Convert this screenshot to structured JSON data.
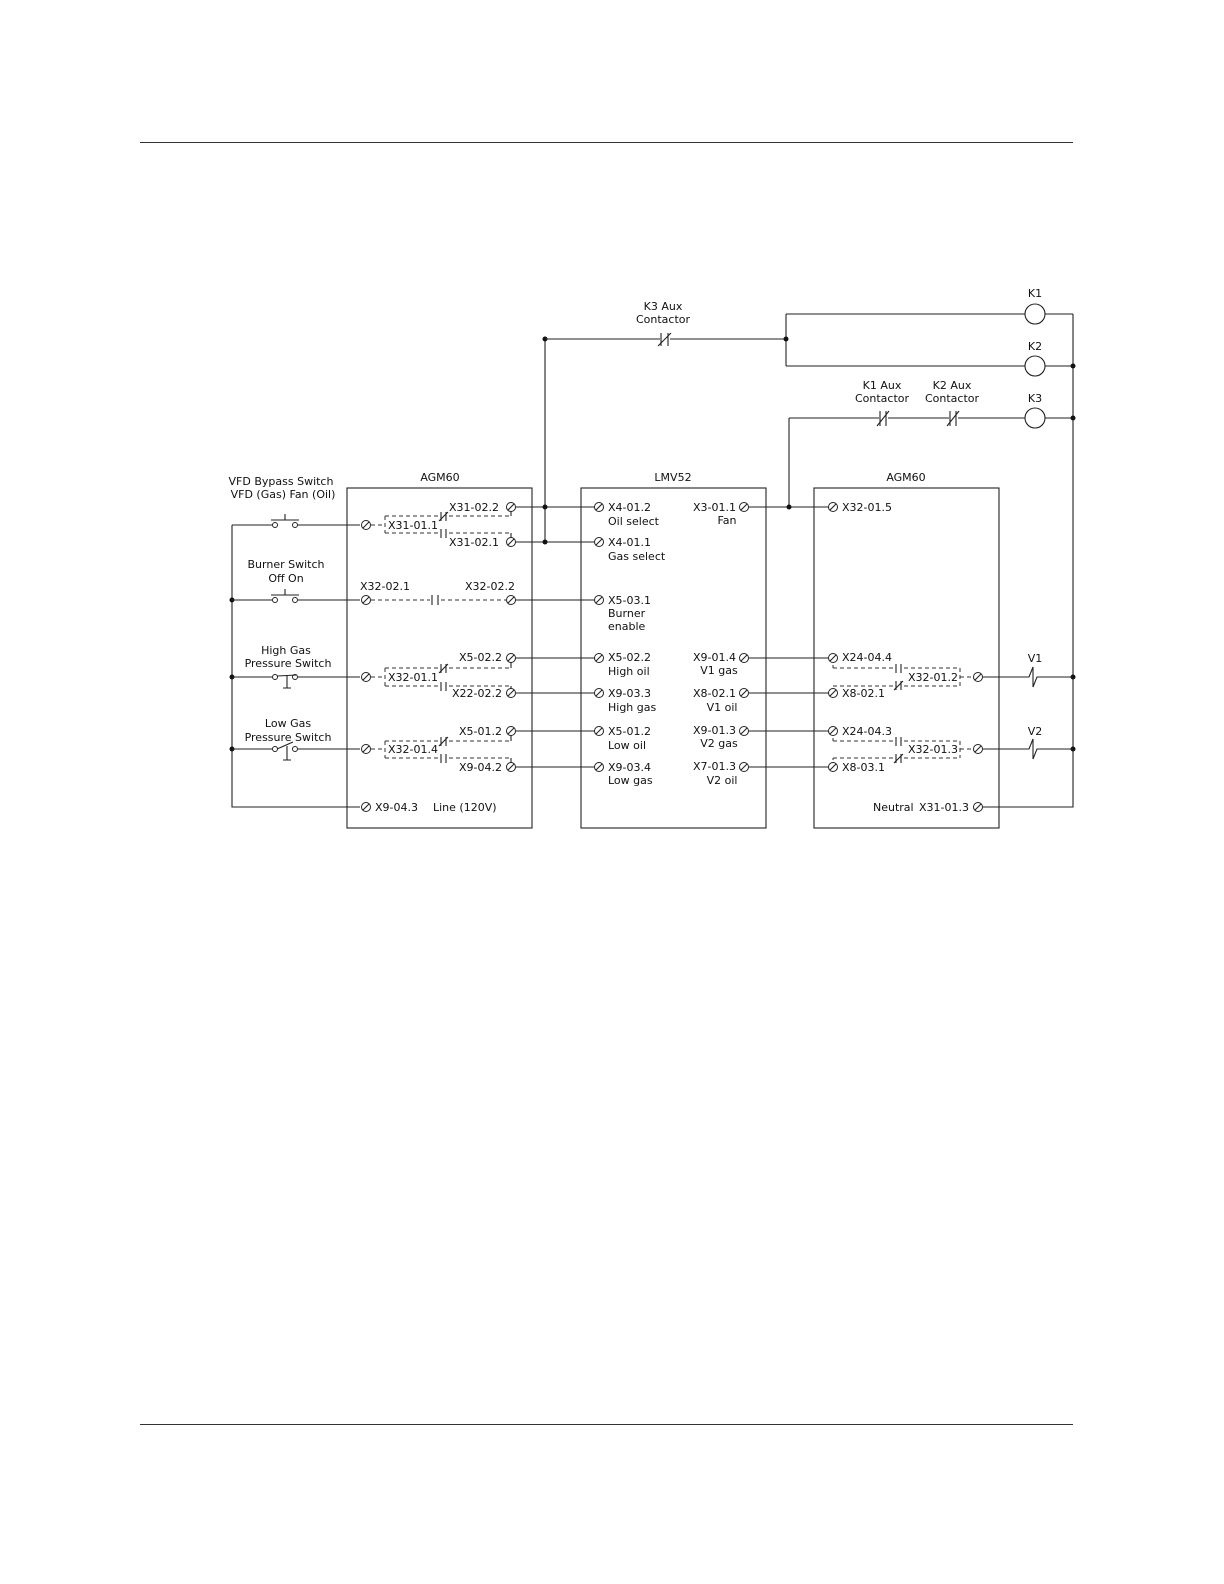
{
  "modules": {
    "agm60_left": "AGM60",
    "lmv52": "LMV52",
    "agm60_right": "AGM60"
  },
  "contactors": {
    "k3_aux": [
      "K3 Aux",
      "Contactor"
    ],
    "k1_aux": [
      "K1 Aux",
      "Contactor"
    ],
    "k2_aux": [
      "K2 Aux",
      "Contactor"
    ]
  },
  "coils": {
    "k1": "K1",
    "k2": "K2",
    "k3": "K3"
  },
  "valves": {
    "v1": "V1",
    "v2": "V2"
  },
  "switches": {
    "vfd": [
      "VFD Bypass Switch",
      "VFD (Gas)   Fan (Oil)"
    ],
    "burner": [
      "Burner Switch",
      "Off    On"
    ],
    "high_gas": [
      "High Gas",
      "Pressure Switch"
    ],
    "low_gas": [
      "Low Gas",
      "Pressure Switch"
    ]
  },
  "agm_left_terminals": {
    "x31_02_2": "X31-02.2",
    "x31_01_1": "X31-01.1",
    "x31_02_1": "X31-02.1",
    "x32_02_1": "X32-02.1",
    "x32_02_2": "X32-02.2",
    "x5_02_2": "X5-02.2",
    "x32_01_1": "X32-01.1",
    "x22_02_2": "X22-02.2",
    "x5_01_2": "X5-01.2",
    "x32_01_4": "X32-01.4",
    "x9_04_2": "X9-04.2",
    "x9_04_3": "X9-04.3",
    "line": "Line (120V)"
  },
  "lmv_terminals": {
    "x4_01_2": [
      "X4-01.2",
      "Oil select"
    ],
    "x4_01_1": [
      "X4-01.1",
      "Gas select"
    ],
    "x5_03_1": [
      "X5-03.1",
      "Burner",
      "enable"
    ],
    "x5_02_2": [
      "X5-02.2",
      "High oil"
    ],
    "x9_03_3": [
      "X9-03.3",
      "High gas"
    ],
    "x5_01_2": [
      "X5-01.2",
      "Low oil"
    ],
    "x9_03_4": [
      "X9-03.4",
      "Low gas"
    ],
    "x3_01_1": [
      "X3-01.1",
      "Fan"
    ],
    "x9_01_4": [
      "X9-01.4",
      "V1 gas"
    ],
    "x8_02_1": [
      "X8-02.1",
      "V1 oil"
    ],
    "x9_01_3": [
      "X9-01.3",
      "V2 gas"
    ],
    "x7_01_3": [
      "X7-01.3",
      "V2 oil"
    ]
  },
  "agm_right_terminals": {
    "x32_01_5": "X32-01.5",
    "x24_04_4": "X24-04.4",
    "x32_01_2": "X32-01.2",
    "x8_02_1": "X8-02.1",
    "x24_04_3": "X24-04.3",
    "x32_01_3": "X32-01.3",
    "x8_03_1": "X8-03.1",
    "neutral": "Neutral",
    "x31_01_3": "X31-01.3"
  }
}
